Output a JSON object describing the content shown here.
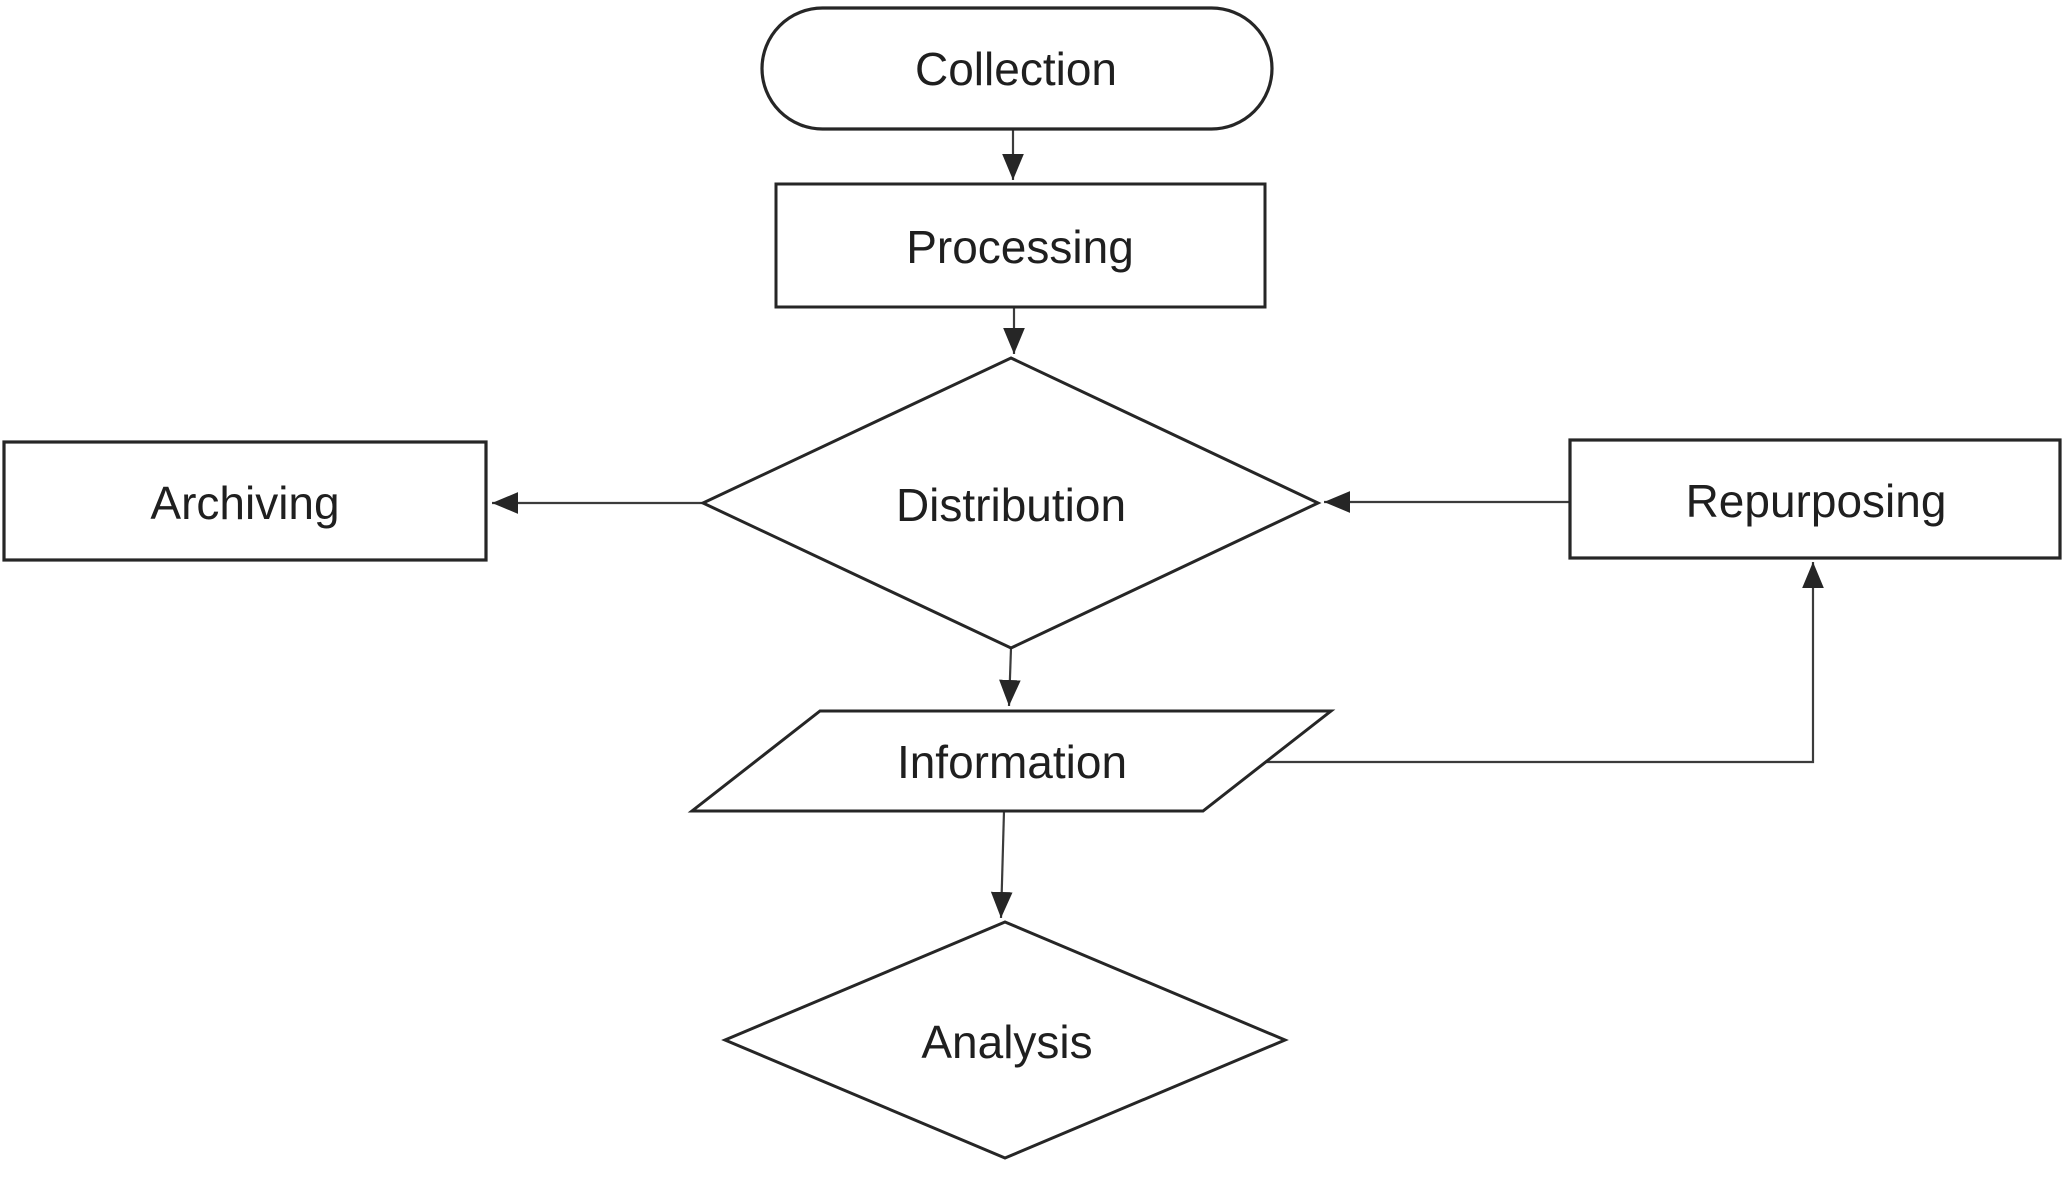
{
  "diagram_type": "flowchart",
  "colors": {
    "background": "#ffffff",
    "shape_fill": "#ffffff",
    "shape_stroke": "#262626",
    "connector_stroke": "#3c3c3c",
    "arrowhead_fill": "#262626",
    "text": "#1f1f1f"
  },
  "nodes": {
    "collection": {
      "label": "Collection",
      "shape": "terminator"
    },
    "processing": {
      "label": "Processing",
      "shape": "process"
    },
    "distribution": {
      "label": "Distribution",
      "shape": "decision"
    },
    "archiving": {
      "label": "Archiving",
      "shape": "process"
    },
    "repurposing": {
      "label": "Repurposing",
      "shape": "process"
    },
    "information": {
      "label": "Information",
      "shape": "input-output"
    },
    "analysis": {
      "label": "Analysis",
      "shape": "decision"
    }
  },
  "edges": [
    {
      "from": "Collection",
      "to": "Processing"
    },
    {
      "from": "Processing",
      "to": "Distribution"
    },
    {
      "from": "Distribution",
      "to": "Archiving"
    },
    {
      "from": "Repurposing",
      "to": "Distribution"
    },
    {
      "from": "Distribution",
      "to": "Information"
    },
    {
      "from": "Information",
      "to": "Repurposing"
    },
    {
      "from": "Information",
      "to": "Analysis"
    }
  ]
}
